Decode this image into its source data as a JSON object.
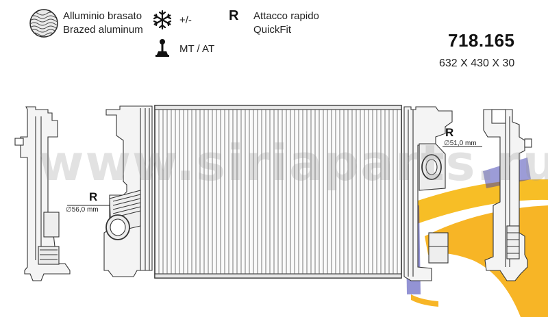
{
  "legend": {
    "material_it": "Alluminio brasato",
    "material_en": "Brazed aluminum",
    "climate_label": "+/-",
    "gear_label": "MT / AT",
    "r_symbol": "R",
    "r_it": "Attacco rapido",
    "r_en": "QuickFit"
  },
  "product": {
    "code": "718.165",
    "dimensions": "632 X 430 X 30"
  },
  "annotations": {
    "left_r": "R",
    "left_diameter": "56,0 mm",
    "right_r": "R",
    "right_diameter": "51,0 mm",
    "diameter_symbol": "∅"
  },
  "watermark": {
    "text": "www.siriaparts.ru"
  },
  "icons": {
    "material": "brazed-aluminum-disc-icon",
    "climate": "snowflake-icon",
    "gear": "gear-shifter-icon"
  },
  "colors": {
    "line": "#333333",
    "accent_orange": "#f2a500",
    "accent_blue": "#3a3aa8"
  }
}
